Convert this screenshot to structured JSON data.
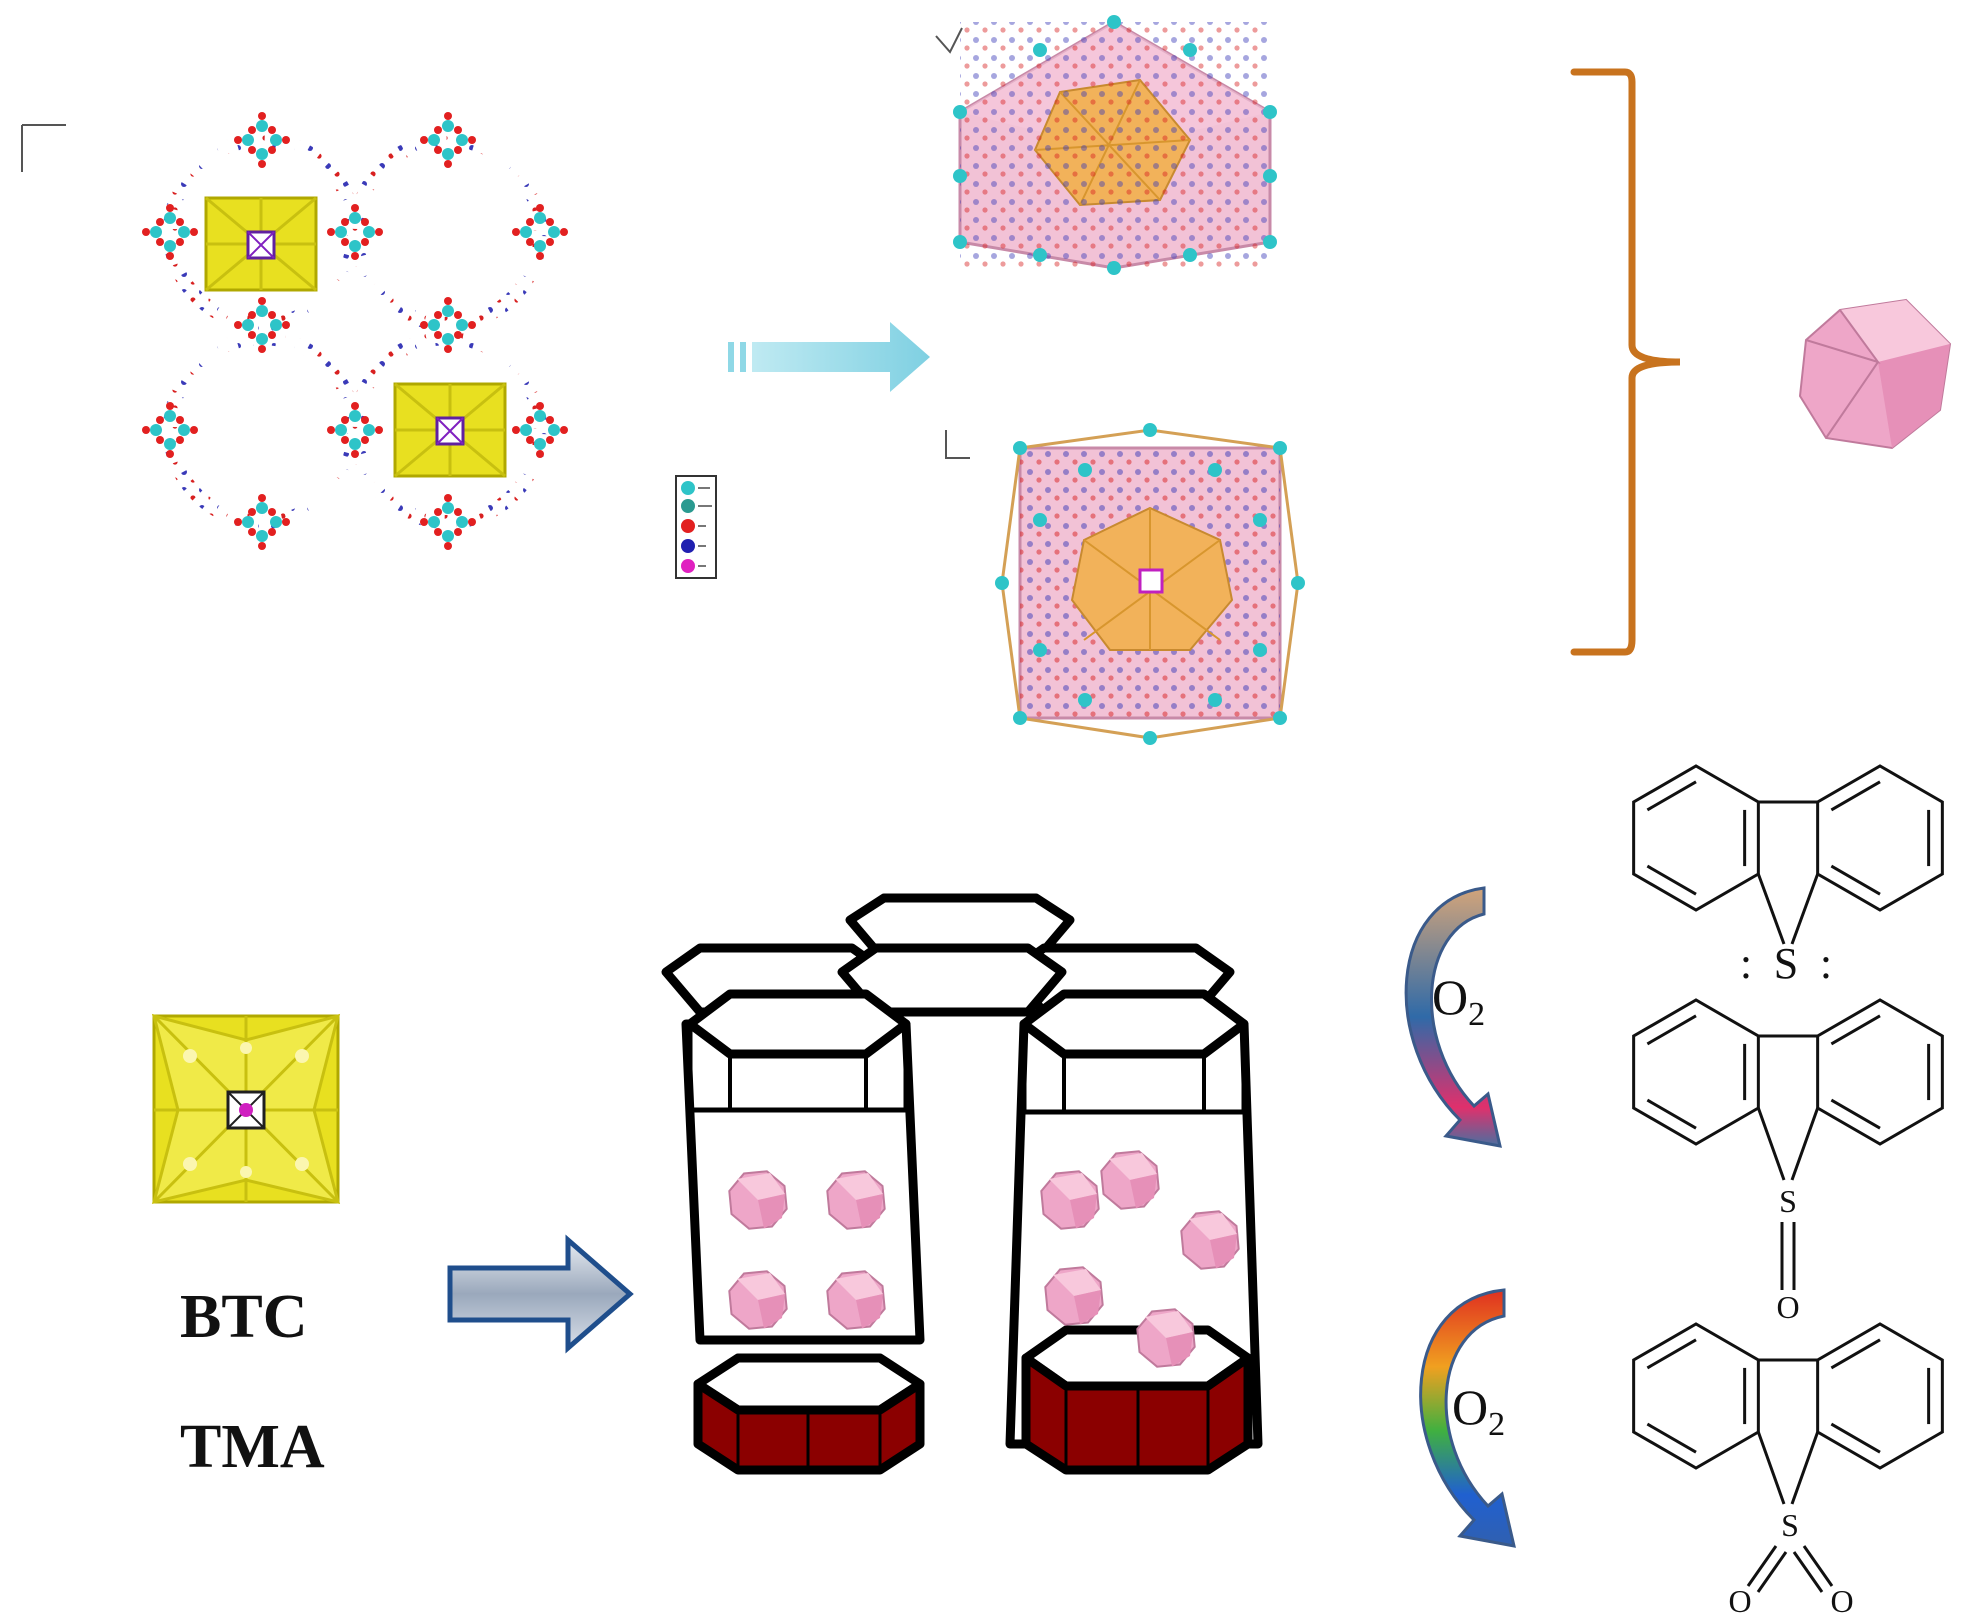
{
  "labels": {
    "btc": "BTC",
    "tma": "TMA",
    "oxidant_1": "O",
    "oxidant_1_sub": "2",
    "oxidant_2": "O",
    "oxidant_2_sub": "2"
  },
  "molecules": {
    "sulfide": {
      "sulfur": "S",
      "lone_pairs": ":"
    },
    "sulfoxide": {
      "sulfur": "S",
      "oxygen": "O"
    },
    "sulfone": {
      "sulfur": "S",
      "oxygen_left": "O",
      "oxygen_right": "O"
    }
  },
  "colors": {
    "cage_pink": "#f0b7cf",
    "polyhedron_yellow": "#e8e020",
    "polyhedron_orange": "#f2b25a",
    "cu_cyan": "#2ec4c8",
    "oxygen_red": "#e22020",
    "carbon_blue": "#2020b0",
    "bracket_orange": "#c8731e",
    "arrow_light_blue": "#8fd8e6",
    "arrow_grey_blue": "#8aa2c2",
    "column_base_red": "#8b0000",
    "particle_pink": "#eea6c8"
  },
  "icons": {
    "framework": "mof-framework-image",
    "cage_top": "cage-view-hexagonal",
    "cage_bottom": "cage-view-square",
    "cage_3d": "pink-polyhedron",
    "keggin": "keggin-unit",
    "reactor": "fixed-bed-reactor"
  }
}
